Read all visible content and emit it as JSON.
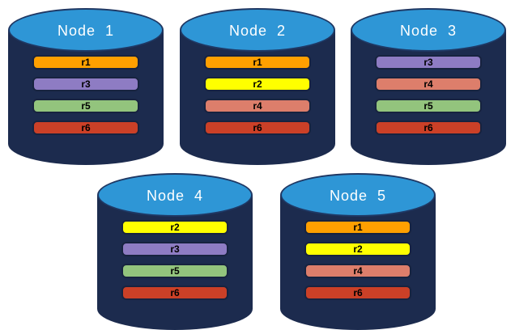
{
  "diagram": {
    "description_colors": {
      "cylinder_body": "#1c2b4e",
      "cylinder_top": "#2e96d6",
      "cylinder_top_border": "#1f3864",
      "bar_label_text": "#000000",
      "node_title_text": "#ffffff"
    },
    "replica_colors": {
      "r1": "#ffa000",
      "r2": "#ffff00",
      "r3": "#8e7cc3",
      "r4": "#dd7e6b",
      "r5": "#93c47d",
      "r6": "#cb4027"
    },
    "nodes": [
      {
        "label": "Node  1",
        "replicas": [
          "r1",
          "r3",
          "r5",
          "r6"
        ]
      },
      {
        "label": "Node  2",
        "replicas": [
          "r1",
          "r2",
          "r4",
          "r6"
        ]
      },
      {
        "label": "Node  3",
        "replicas": [
          "r3",
          "r4",
          "r5",
          "r6"
        ]
      },
      {
        "label": "Node  4",
        "replicas": [
          "r2",
          "r3",
          "r5",
          "r6"
        ]
      },
      {
        "label": "Node  5",
        "replicas": [
          "r1",
          "r2",
          "r4",
          "r6"
        ]
      }
    ]
  }
}
